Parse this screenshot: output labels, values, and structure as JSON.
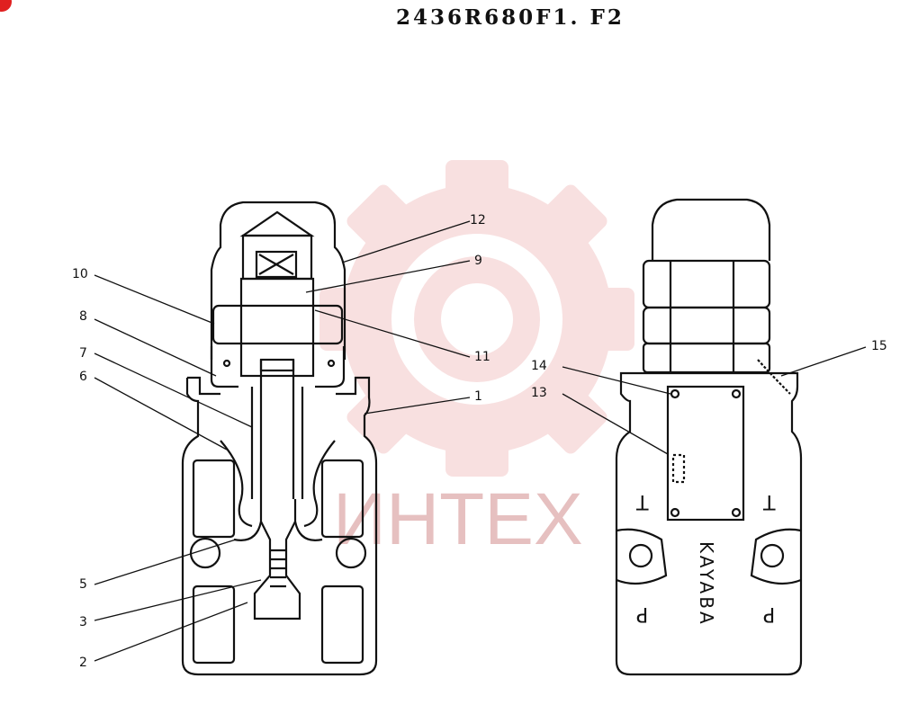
{
  "title": "2436R680F1. F2",
  "watermark": {
    "text": "ИНТЕХ",
    "color": "#e8b4b4"
  },
  "callouts": {
    "c1": "1",
    "c2": "2",
    "c3": "3",
    "c4": "5",
    "c5": "6",
    "c6": "7",
    "c7": "8",
    "c8": "9",
    "c9": "10",
    "c10": "11",
    "c11": "12",
    "c12": "13",
    "c13": "14",
    "c14": "15"
  },
  "right_view": {
    "port_t_left": "T",
    "port_t_right": "T",
    "port_p_left": "P",
    "port_p_right": "P",
    "brand": "KAYABA"
  },
  "colors": {
    "line": "#111111",
    "accent": "#e02020",
    "watermark": "#f3c8c8"
  }
}
